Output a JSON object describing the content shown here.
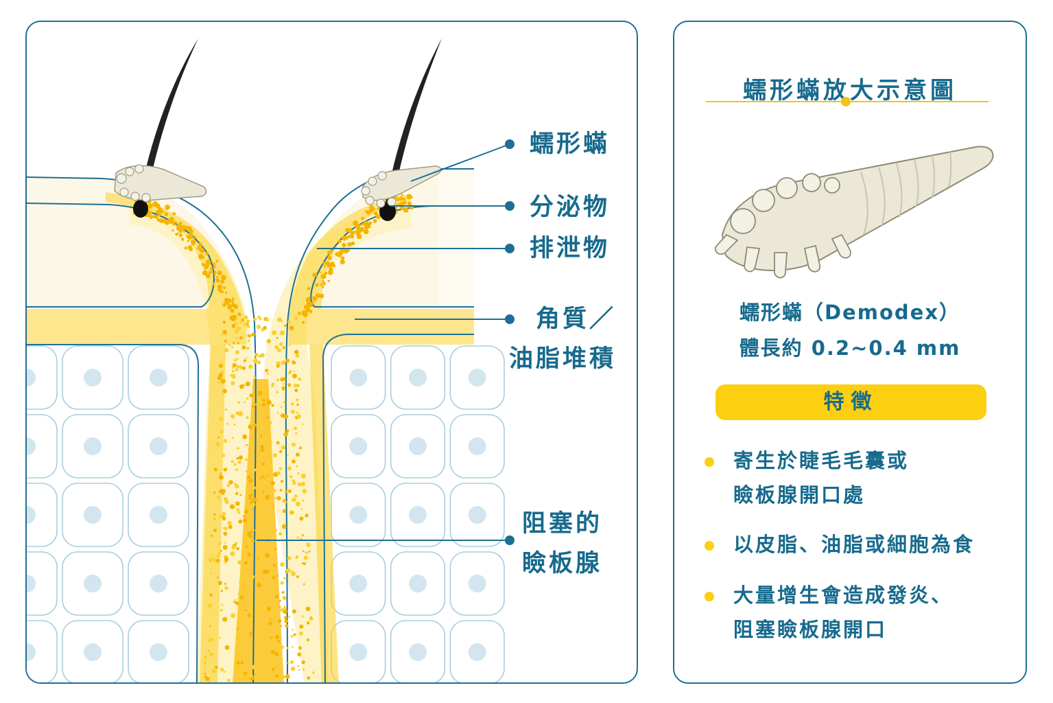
{
  "diagram": {
    "labels": {
      "mite": "蠕形蟎",
      "secretion": "分泌物",
      "excretion": "排泄物",
      "keratin_line1": "角質／",
      "keratin_line2": "油脂堆積",
      "gland_line1": "阻塞的",
      "gland_line2": "瞼板腺"
    },
    "colors": {
      "outline": "#1d6f94",
      "skin": "#fcf7e6",
      "sebum": "#fbd12f",
      "sebum_light": "#fdf1b8",
      "cell_border": "#a9cfdc",
      "cell_nucleus": "#d3e6ef",
      "hair": "#222222",
      "mite_body": "#ebe8d8"
    }
  },
  "info": {
    "title": "蠕形蟎放大示意圖",
    "caption_line1": "蠕形蟎（Demodex）",
    "caption_line2": "體長約 0.2~0.4 mm",
    "features_label": "特徵",
    "bullets": [
      {
        "lines": [
          "寄生於睫毛毛囊或",
          "瞼板腺開口處"
        ]
      },
      {
        "lines": [
          "以皮脂、油脂或細胞為食"
        ]
      },
      {
        "lines": [
          "大量增生會造成發炎、",
          "阻塞瞼板腺開口"
        ]
      }
    ],
    "colors": {
      "accent": "#fccf10",
      "text": "#176a8d"
    }
  }
}
